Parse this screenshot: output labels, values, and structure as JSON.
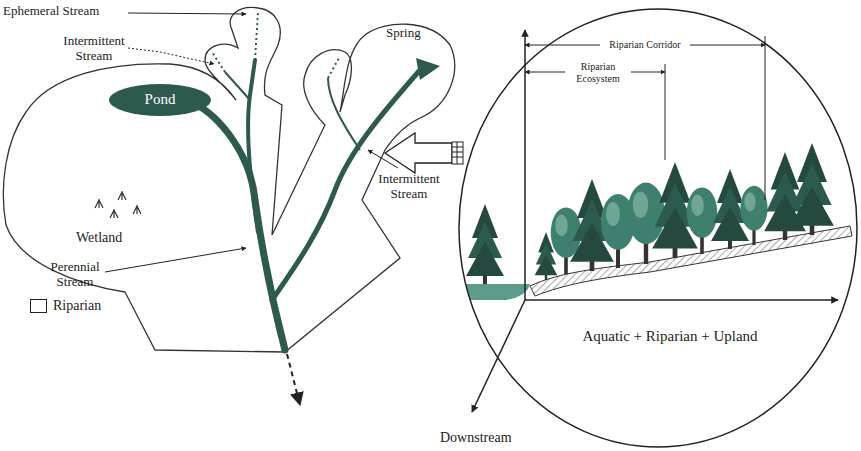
{
  "diagram": {
    "nodes": [
      {
        "text": [
          "Pond"
        ]
      },
      {
        "text": [
          "Riparian Corridor",
          "Riparian Ecosystem",
          "Aquatic + Riparian + Upland"
        ]
      }
    ],
    "labels": [
      "Ephemeral Stream",
      "Intermittent Stream",
      "Spring",
      "Wetland",
      "Intermittent Stream",
      "Perennial Stream",
      "Downstream"
    ],
    "legend": [
      {
        "text": "Riparian"
      }
    ]
  }
}
